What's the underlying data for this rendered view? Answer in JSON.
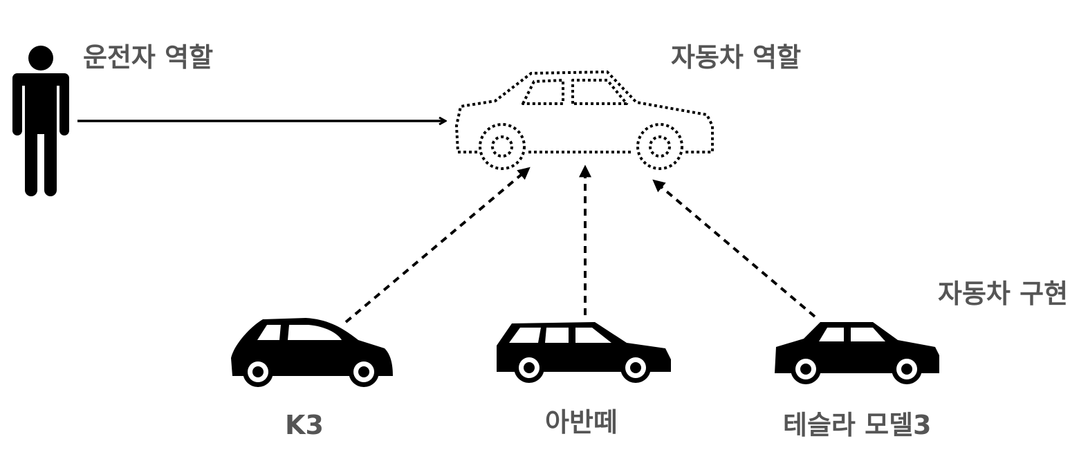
{
  "roles": {
    "driver_role": "운전자 역할",
    "car_role": "자동차 역할"
  },
  "implementation_label": "자동차 구현",
  "implementations": [
    {
      "name": "K3",
      "icon": "hatchback-car-icon"
    },
    {
      "name": "아반떼",
      "icon": "wagon-car-icon"
    },
    {
      "name": "테슬라 모델3",
      "icon": "sedan-car-icon"
    }
  ],
  "icons": {
    "driver": "person-icon",
    "car_role": "dotted-car-outline-icon"
  },
  "colors": {
    "icon": "#000000",
    "label": "#555555",
    "background": "#ffffff"
  }
}
